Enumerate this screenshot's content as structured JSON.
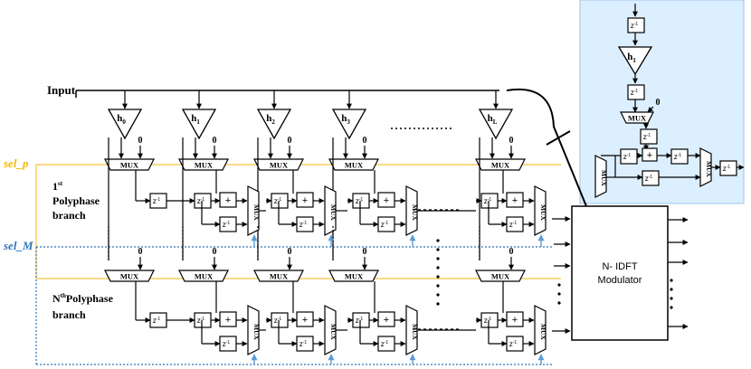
{
  "labels": {
    "input": "Input",
    "sel_p": "sel_p",
    "sel_M": "sel_M",
    "branch1_num": "1",
    "branch1_sup": "st",
    "branch1_line1": "Polyphase",
    "branch1_line2": "branch",
    "branchN_num": "N",
    "branchN_sup": "th",
    "branchN_line1": "Polyphase",
    "branchN_line2": "branch",
    "idft_line1": "N- IDFT",
    "idft_line2": "Modulator"
  },
  "blocks": {
    "mux": "MUX",
    "delay": "z",
    "delay_exp": "-1",
    "adder": "+",
    "zero": "0",
    "h": "h"
  },
  "coefficients": [
    {
      "base": "h",
      "sub": "0"
    },
    {
      "base": "h",
      "sub": "1"
    },
    {
      "base": "h",
      "sub": "2"
    },
    {
      "base": "h",
      "sub": "3"
    },
    {
      "base": "h",
      "sub": "L"
    }
  ],
  "inset_coefficient": {
    "base": "h",
    "sub": "1"
  },
  "colors": {
    "sel_p": "#f5c242",
    "sel_M": "#2e75b6",
    "inset_bg": "#dcefff",
    "line": "#000000"
  }
}
